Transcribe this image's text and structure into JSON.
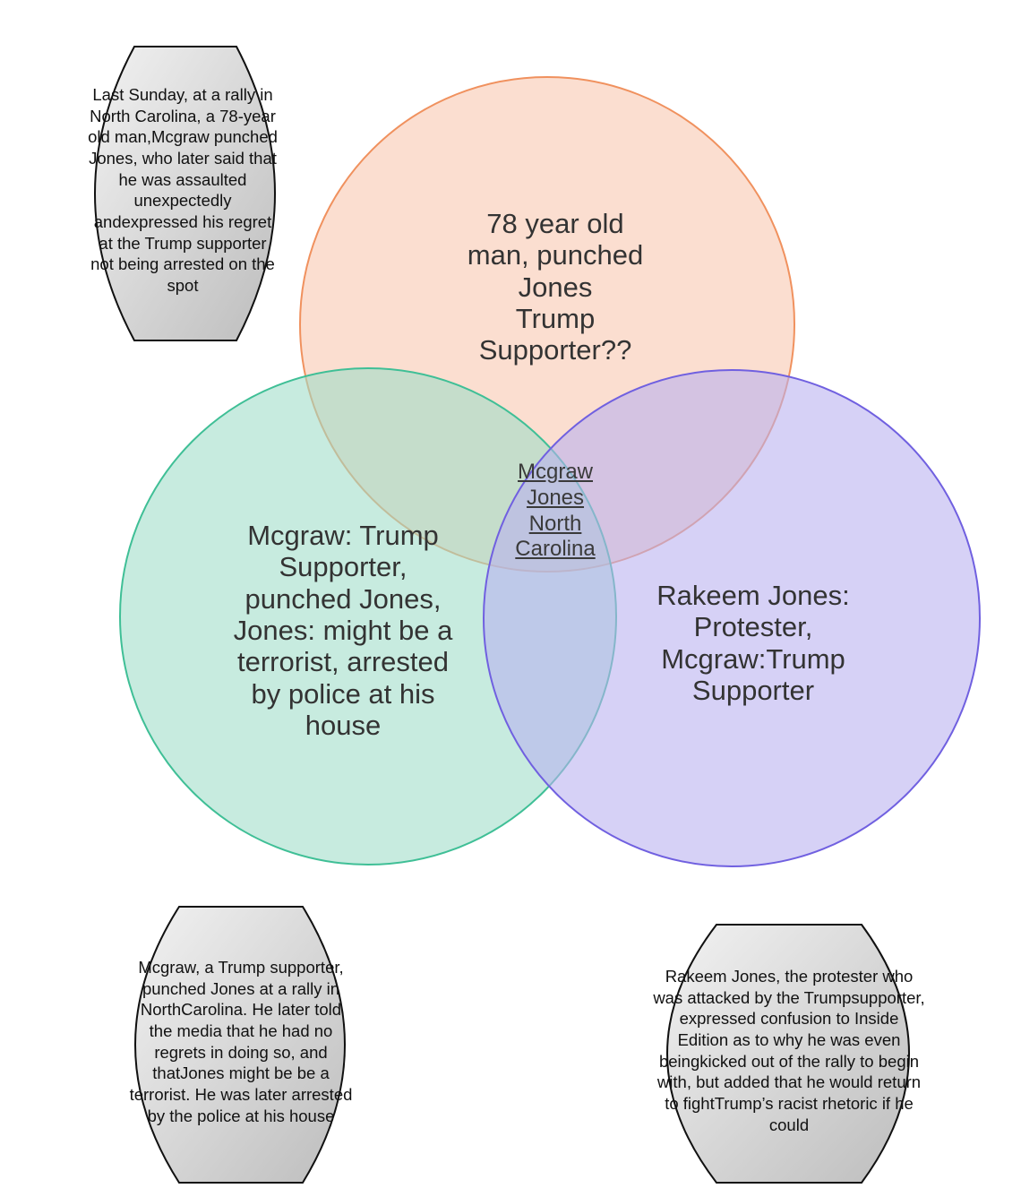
{
  "colors": {
    "circle_top_fill": "#f8c7ae",
    "circle_top_stroke": "#f0915e",
    "circle_left_fill": "#9fdcc8",
    "circle_left_stroke": "#3fbf96",
    "circle_right_fill": "#b8b0f0",
    "circle_right_stroke": "#7060e0",
    "bubble_fill_light": "#f2f2f2",
    "bubble_fill_dark": "#bdbdbd",
    "bubble_stroke": "#111111"
  },
  "circles": {
    "top": {
      "lines": [
        "78 year old",
        "man, punched",
        "Jones",
        "Trump",
        "Supporter??"
      ]
    },
    "left": {
      "lines": [
        "Mcgraw: Trump",
        "Supporter,",
        "punched Jones,",
        "Jones: might be a",
        "terrorist, arrested",
        "by police at his",
        "house"
      ]
    },
    "right": {
      "lines": [
        "Rakeem Jones:",
        "Protester,",
        "Mcgraw:Trump",
        "Supporter"
      ]
    },
    "center": {
      "lines": [
        "Mcgraw",
        "Jones",
        "North",
        "Carolina"
      ]
    }
  },
  "bubbles": {
    "top_left": {
      "lines": [
        "Last Sunday, at a rally in",
        "North Carolina, a 78-year",
        "old man,Mcgraw punched",
        "Jones, who later said that",
        "he was assaulted",
        "unexpectedly",
        "andexpressed his regret",
        "at the Trump supporter",
        "not being arrested on the",
        "spot"
      ]
    },
    "bottom_left": {
      "lines": [
        "Mcgraw, a Trump supporter,",
        "punched Jones at a rally in",
        "NorthCarolina. He later told",
        "the media that he had no",
        "regrets in doing so, and",
        "thatJones might be be a",
        "terrorist. He was later arrested",
        "by the police at his house"
      ]
    },
    "bottom_right": {
      "lines": [
        "Rakeem Jones, the protester who",
        "was attacked by the Trumpsupporter,",
        "expressed confusion to Inside",
        "Edition as to why he was even",
        "beingkicked out of the rally to begin",
        "with, but added that he would return",
        "to fightTrump’s racist rhetoric if he",
        "could"
      ]
    }
  }
}
